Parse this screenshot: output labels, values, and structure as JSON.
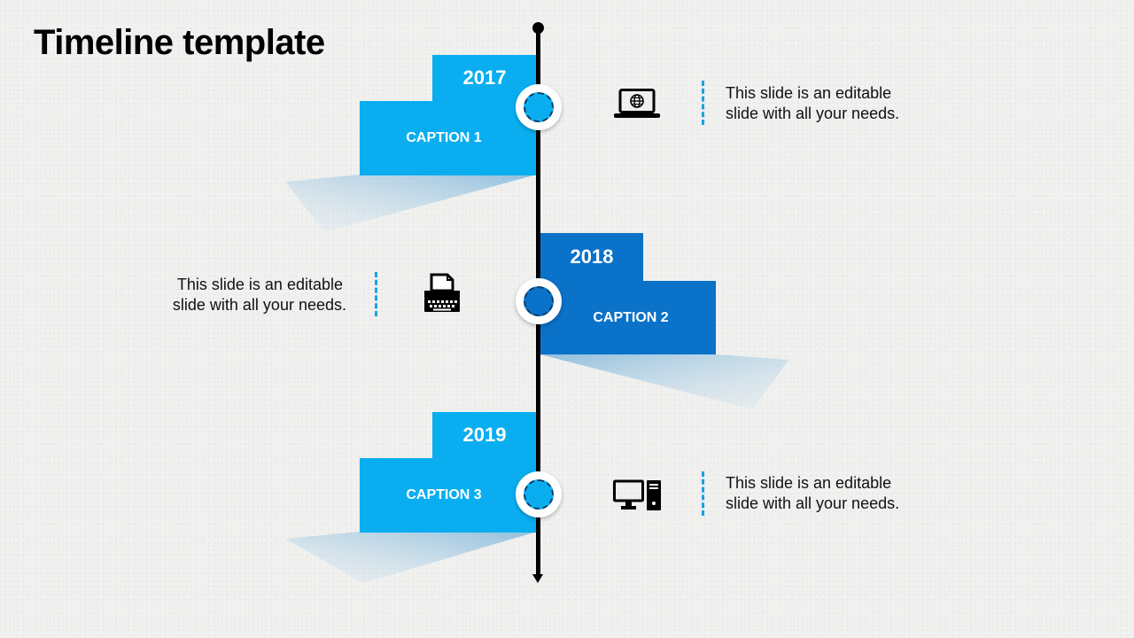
{
  "title": "Timeline template",
  "colors": {
    "light_blue": "#0aaef0",
    "dark_blue": "#0a72c8",
    "axis": "#000000"
  },
  "events": [
    {
      "year": "2017",
      "caption": "CAPTION 1",
      "description_line1": "This slide is an editable",
      "description_line2": "slide with all your needs.",
      "icon": "laptop-globe-icon"
    },
    {
      "year": "2018",
      "caption": "CAPTION 2",
      "description_line1": "This slide is an editable",
      "description_line2": "slide with all your needs.",
      "icon": "typewriter-icon"
    },
    {
      "year": "2019",
      "caption": "CAPTION 3",
      "description_line1": "This slide is an editable",
      "description_line2": "slide with all your needs.",
      "icon": "desktop-computer-icon"
    }
  ]
}
